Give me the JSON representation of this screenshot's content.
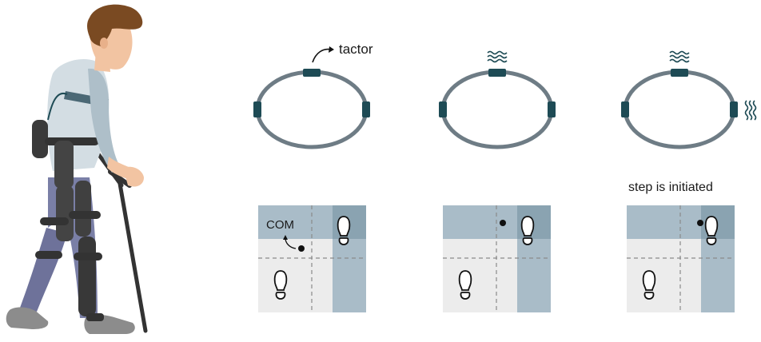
{
  "labels": {
    "tactor": "tactor",
    "com": "COM",
    "step_initiated": "step is initiated"
  },
  "colors": {
    "ring": "#6e7c85",
    "tactor": "#1e4b55",
    "panel_bg": "#ececec",
    "panel_band": "#a9bcc8",
    "panel_overlap": "#8aa3b1",
    "grid_dash": "#8a8a8a",
    "skin": "#f2c4a2",
    "hair": "#7a4a22",
    "shirt": "#d3dde3",
    "pants": "#7a7fa6",
    "brace": "#333333",
    "shoe": "#8c8c8c"
  },
  "icons": {
    "vibration": "vibration-wave-icon",
    "footprint": "footprint-icon",
    "arrow": "curved-arrow-icon"
  }
}
